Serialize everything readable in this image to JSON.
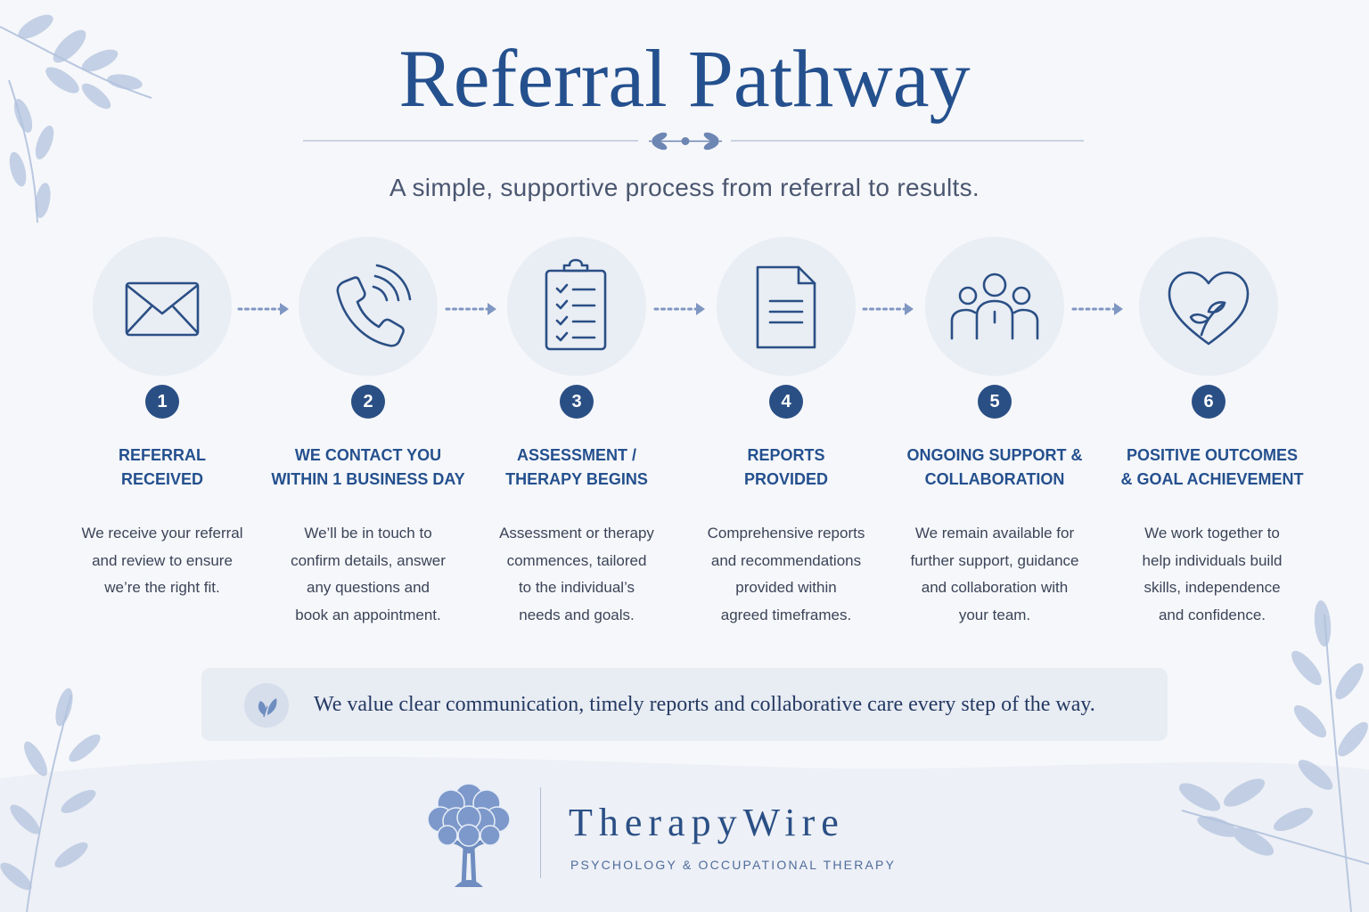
{
  "header": {
    "title": "Referral Pathway",
    "subtitle": "A simple, supportive process from referral to results."
  },
  "colors": {
    "primary": "#24508e",
    "badge": "#2a4f85",
    "icon_circle": "#e9edf4",
    "leaf": "#a9bbd9"
  },
  "steps": [
    {
      "number": "1",
      "icon": "envelope-icon",
      "title_line1": "Referral",
      "title_line2": "Received",
      "desc_lines": [
        "We receive your referral",
        "and review to ensure",
        "we’re the right fit."
      ]
    },
    {
      "number": "2",
      "icon": "phone-icon",
      "title_line1": "We contact you",
      "title_line2": "within 1 business day",
      "desc_lines": [
        "We’ll be in touch to",
        "confirm details, answer",
        "any questions and",
        "book an appointment."
      ]
    },
    {
      "number": "3",
      "icon": "clipboard-checklist-icon",
      "title_line1": "Assessment /",
      "title_line2": "Therapy begins",
      "desc_lines": [
        "Assessment or therapy",
        "commences, tailored",
        "to the individual’s",
        "needs and goals."
      ]
    },
    {
      "number": "4",
      "icon": "document-icon",
      "title_line1": "Reports",
      "title_line2": "Provided",
      "desc_lines": [
        "Comprehensive reports",
        "and recommendations",
        "provided within",
        "agreed timeframes."
      ]
    },
    {
      "number": "5",
      "icon": "team-people-icon",
      "title_line1": "Ongoing support &",
      "title_line2": "collaboration",
      "desc_lines": [
        "We remain available for",
        "further support, guidance",
        "and collaboration with",
        "your team."
      ]
    },
    {
      "number": "6",
      "icon": "heart-sprout-icon",
      "title_line1": "Positive outcomes",
      "title_line2": "& goal achievement",
      "desc_lines": [
        "We work together to",
        "help individuals build",
        "skills, independence",
        "and confidence."
      ]
    }
  ],
  "banner": {
    "icon": "leaf-icon",
    "text": "We value clear communication, timely reports and collaborative care every step of the way."
  },
  "logo": {
    "icon": "brain-tree-icon",
    "name": "TherapyWire",
    "tagline": "PSYCHOLOGY & OCCUPATIONAL THERAPY"
  }
}
